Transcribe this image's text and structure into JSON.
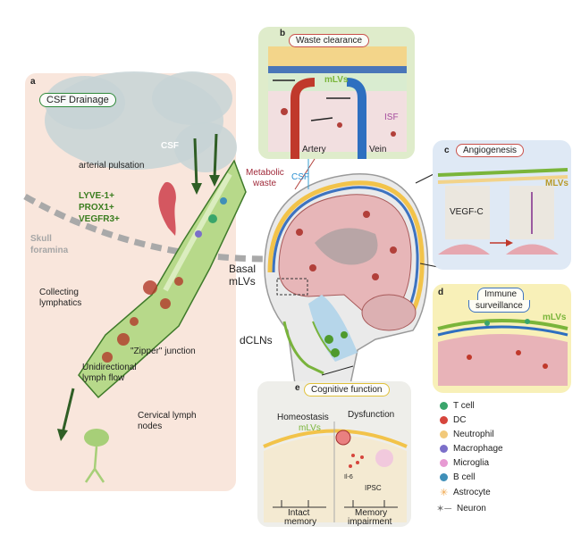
{
  "colors": {
    "panel_a": "#f9e6dc",
    "panel_b": "#dfeccb",
    "panel_c": "#dfe9f5",
    "panel_d": "#f8f0b8",
    "panel_e": "#eeeeea",
    "lymph_green": "#8bc34a",
    "vessel_red": "#c0392b",
    "vessel_blue": "#2e6fc0"
  },
  "panel_a": {
    "letter": "a",
    "title": "CSF Drainage",
    "csf": "CSF",
    "arterial": "arterial pulsation",
    "markers": [
      "LYVE-1+",
      "PROX1+",
      "VEGFR3+"
    ],
    "skull": [
      "Skull",
      "foramina"
    ],
    "collecting": [
      "Collecting",
      "lymphatics"
    ],
    "zipper": "\"Zipper\" junction",
    "unidirectional": [
      "Unidirectional",
      "lymph flow"
    ],
    "cervical": [
      "Cervical lymph",
      "nodes"
    ]
  },
  "panel_b": {
    "letter": "b",
    "title": "Waste clearance",
    "mlvs": "mLVs",
    "isf": "ISF",
    "artery": "Artery",
    "vein": "Vein"
  },
  "center": {
    "metabolic": [
      "Metabolic",
      "waste"
    ],
    "csf": "CSF",
    "basal": [
      "Basal",
      "mLVs"
    ],
    "dclns": "dCLNs"
  },
  "panel_c": {
    "letter": "c",
    "title": "Angiogenesis",
    "mlvs": "MLVs",
    "vegfc": "VEGF-C"
  },
  "panel_d": {
    "letter": "d",
    "title": [
      "Immune",
      "surveillance"
    ],
    "mlvs": "mLVs"
  },
  "panel_e": {
    "letter": "e",
    "title": "Cognitive function",
    "homeostasis": "Homeostasis",
    "dysfunction": "Dysfunction",
    "mlvs": "mLVs",
    "il6": "Il-6",
    "ipsc": "IPSC",
    "intact": [
      "Intact",
      "memory"
    ],
    "impairment": [
      "Memory",
      "impairment"
    ]
  },
  "legend": [
    {
      "label": "T cell",
      "color": "#3aa56b"
    },
    {
      "label": "DC",
      "color": "#d6453c"
    },
    {
      "label": "Neutrophil",
      "color": "#f2c97a"
    },
    {
      "label": "Macrophage",
      "color": "#7b6fc9"
    },
    {
      "label": "Microglia",
      "color": "#e79ad3"
    },
    {
      "label": "B cell",
      "color": "#3f8fb8"
    },
    {
      "label": "Astrocyte",
      "color": "#f0a64a"
    },
    {
      "label": "Neuron",
      "color": "#777777"
    }
  ]
}
